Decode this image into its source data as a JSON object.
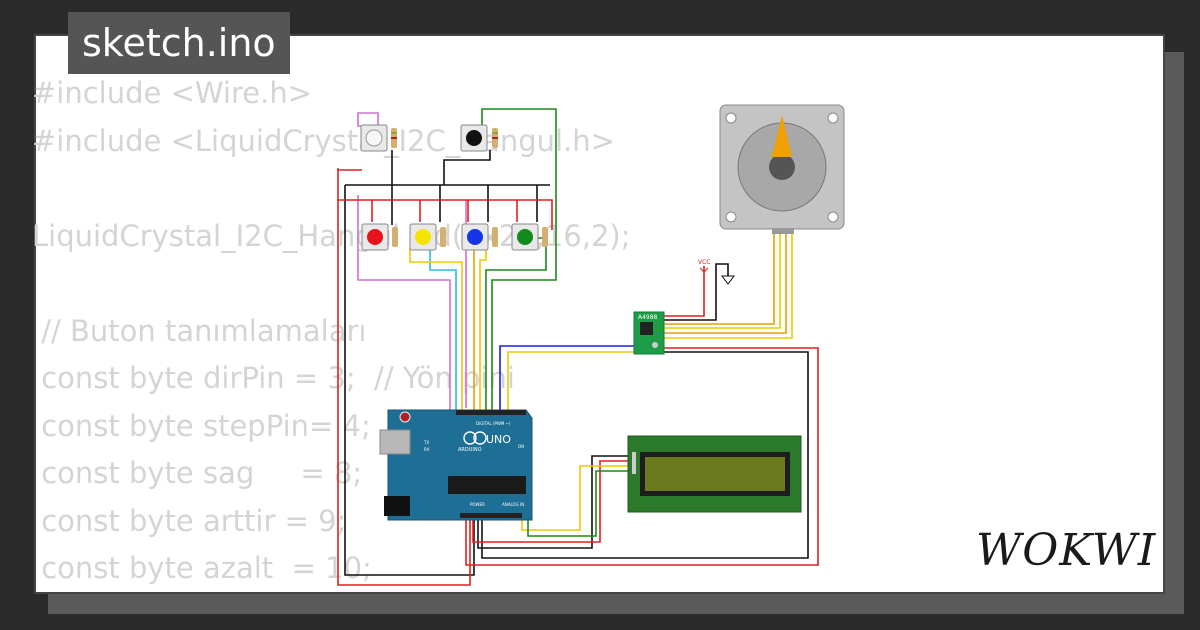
{
  "title": "sketch.ino",
  "code_lines": [
    "#include <Wire.h>",
    "#include <LiquidCrystal_I2C_Hangul.h>",
    "",
    "LiquidCrystal_I2C_Hangul lcd(0x27,16,2);",
    "",
    " // Buton tanımlamaları",
    " const byte dirPin = 3;  // Yön pini",
    " const byte stepPin= 4;",
    " const byte sag     = 8;",
    " const byte arttir = 9;",
    " const byte azalt  = 10;"
  ],
  "brand": "WOKWI",
  "board": {
    "logo": "UNO",
    "brand": "ARDUINO",
    "digital_label": "DIGITAL (PWM ~)",
    "analog_label": "ANALOG IN",
    "power_label": "POWER",
    "tx_label": "TX",
    "rx_label": "RX",
    "on_label": "ON"
  },
  "driver": {
    "label": "A4988"
  },
  "vcc_label": "VCC",
  "button_colors": {
    "white": "#f2f2f2",
    "black": "#111111",
    "red": "#e8131b",
    "yellow": "#f5e300",
    "blue": "#1535e8",
    "green": "#118a1e"
  },
  "colors": {
    "wire_red": "#e02020",
    "wire_black": "#111111",
    "wire_yellow": "#f0c800",
    "wire_blue": "#2020d0",
    "wire_green": "#1a8a1a",
    "wire_violet": "#d070d0",
    "wire_cyan": "#30b8e0",
    "board_teal": "#1e6f95",
    "lcd_green": "#2b7a2b",
    "lcd_screen": "#6b7a1c"
  }
}
